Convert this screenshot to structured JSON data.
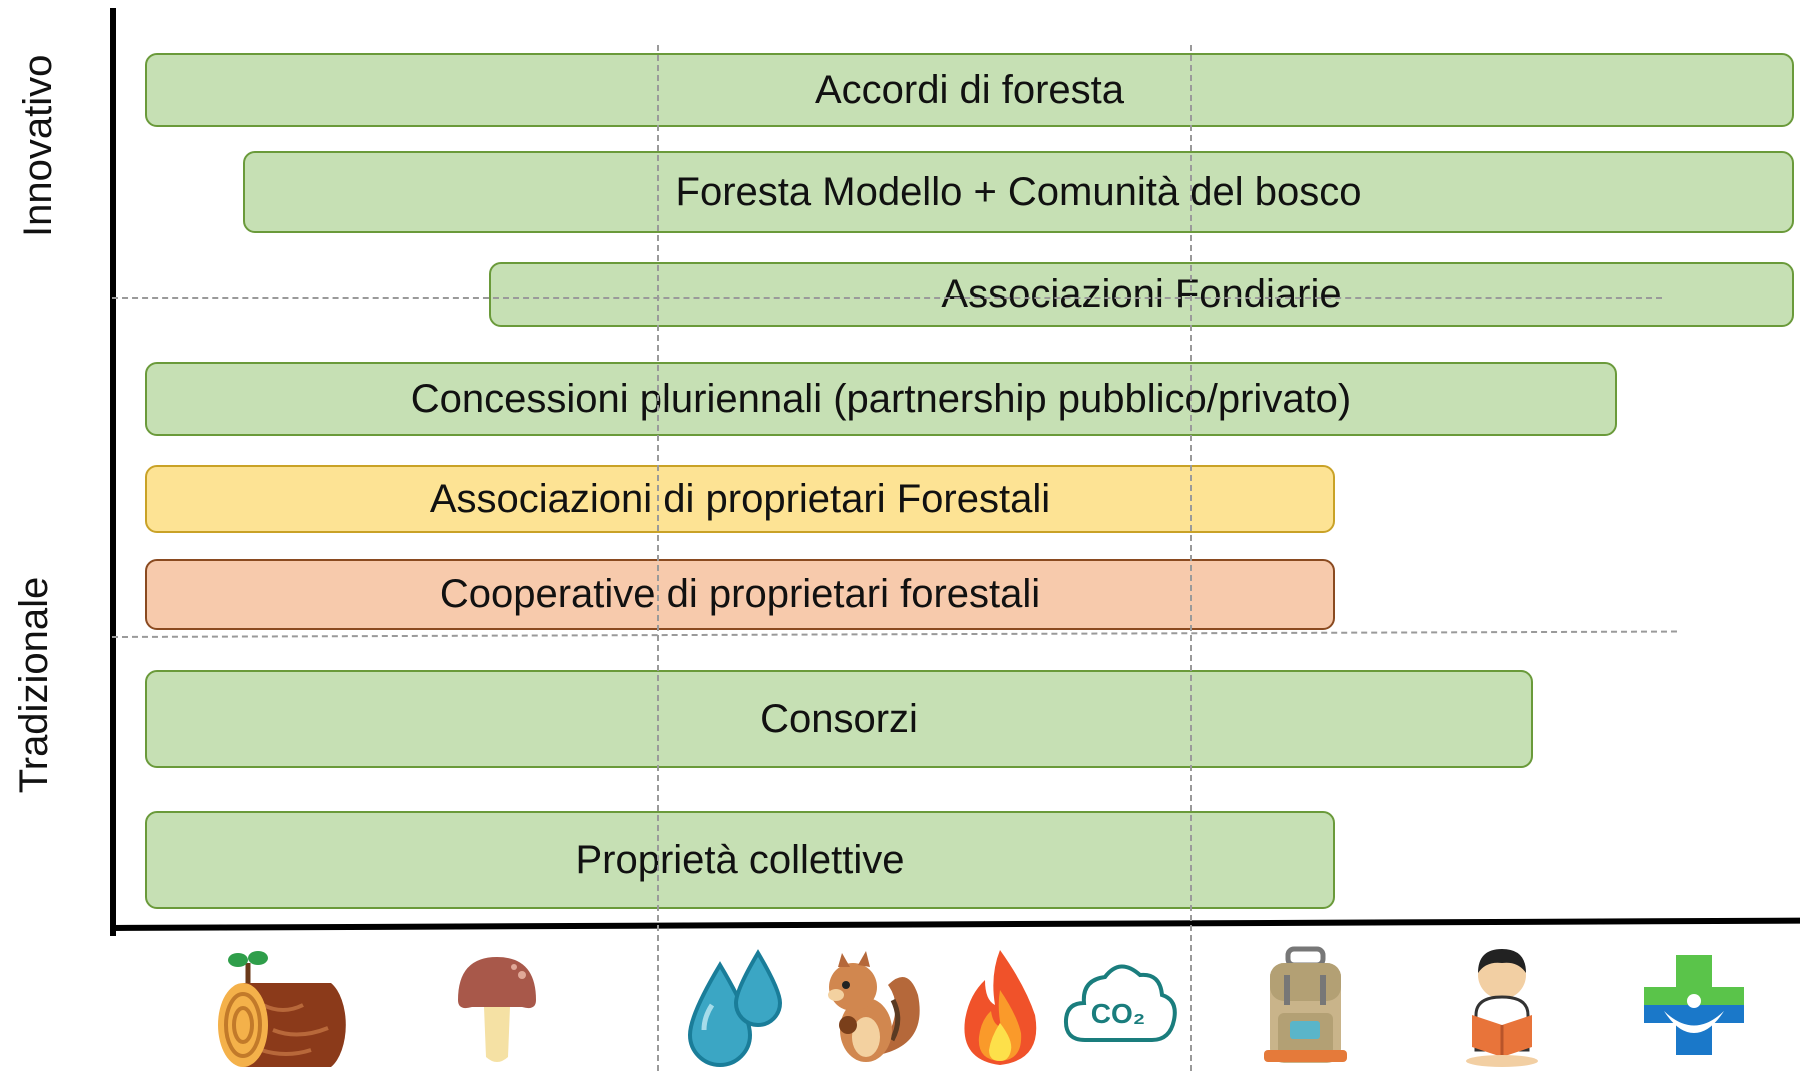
{
  "y_axis": {
    "top_label": "Innovativo",
    "bottom_label": "Tradizionale"
  },
  "bars": [
    {
      "label": "Accordi di foresta",
      "color": "#c6e0b4"
    },
    {
      "label": "Foresta Modello + Comunità del bosco",
      "color": "#c6e0b4"
    },
    {
      "label": "Associazioni Fondiarie",
      "color": "#c6e0b4"
    },
    {
      "label": "Concessioni pluriennali (partnership pubblico/privato)",
      "color": "#c6e0b4"
    },
    {
      "label": "Associazioni di proprietari Forestali",
      "color": "#fde394"
    },
    {
      "label": "Cooperative di proprietari forestali",
      "color": "#f7caac"
    },
    {
      "label": "Consorzi",
      "color": "#c6e0b4"
    },
    {
      "label": "Proprietà collettive",
      "color": "#c6e0b4"
    }
  ],
  "x_axis_icons": [
    {
      "name": "log-sprout-icon"
    },
    {
      "name": "mushroom-icon"
    },
    {
      "name": "water-drops-icon"
    },
    {
      "name": "squirrel-icon"
    },
    {
      "name": "fire-icon"
    },
    {
      "name": "co2-cloud-icon",
      "text": "CO₂"
    },
    {
      "name": "backpack-icon"
    },
    {
      "name": "reading-child-icon"
    },
    {
      "name": "health-cross-icon"
    }
  ]
}
